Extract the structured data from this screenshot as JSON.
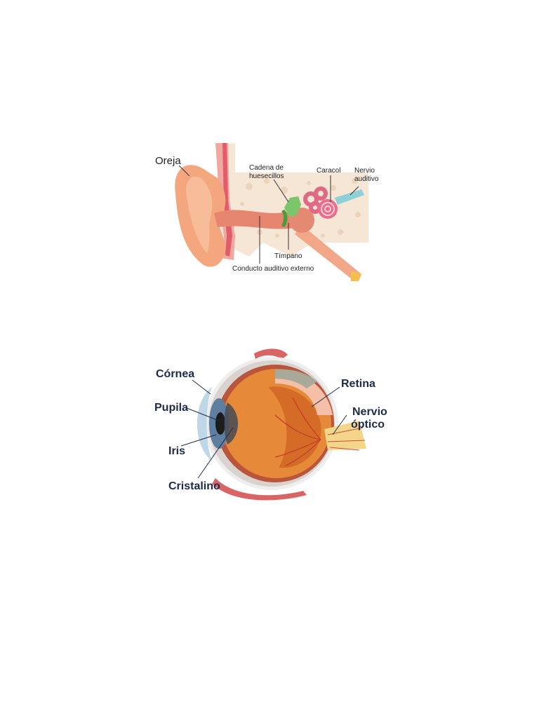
{
  "ear": {
    "labels": {
      "oreja": "Oreja",
      "cadena_1": "Cadena de",
      "cadena_2": "huesecillos",
      "caracol": "Caracol",
      "nervio_1": "Nervio",
      "nervio_2": "auditivo",
      "timpano": "Tímpano",
      "conducto": "Conducto auditivo externo"
    }
  },
  "eye": {
    "labels": {
      "cornea": "Córnea",
      "pupila": "Pupila",
      "iris": "Iris",
      "cristalino": "Cristalino",
      "retina": "Retina",
      "nervio_1": "Nervio",
      "nervio_2": "óptico"
    }
  }
}
